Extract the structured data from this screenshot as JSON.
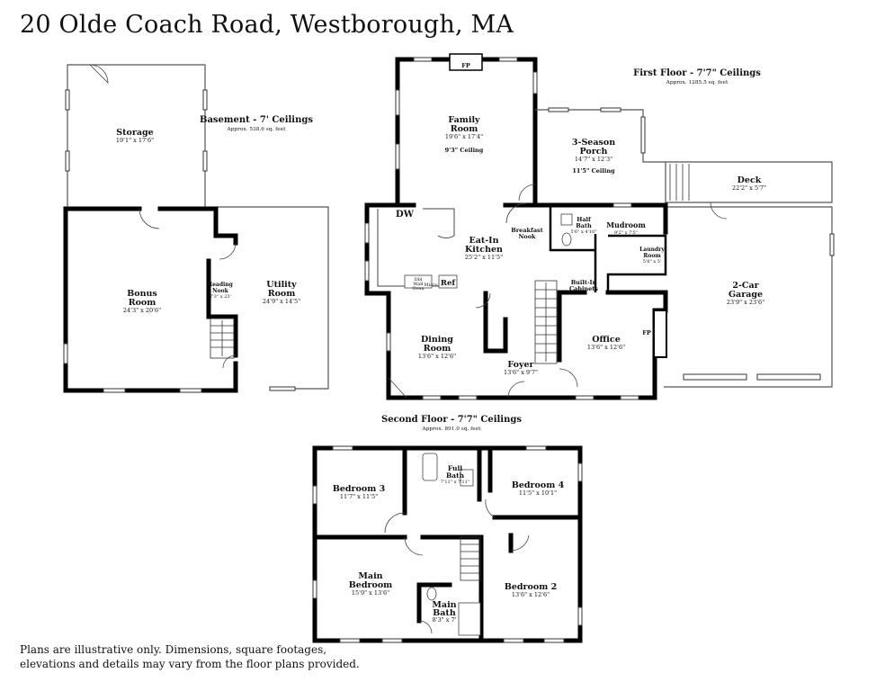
{
  "title": "20 Olde Coach Road, Westborough, MA",
  "disclaimer": [
    "Plans are illustrative only. Dimensions, square footages,",
    "elevations and details may vary from the floor plans provided."
  ],
  "floors": {
    "basement": {
      "label": "Basement - 7' Ceilings",
      "area": "Approx. 538.6 sq. feet"
    },
    "first": {
      "label": "First Floor - 7'7\" Ceilings",
      "area": "Approx. 1285.5 sq. feet"
    },
    "second": {
      "label": "Second Floor - 7'7\" Ceilings",
      "area": "Approx. 891.0 sq. feet"
    }
  },
  "rooms": {
    "storage": {
      "name": "Storage",
      "size": "19'1\" x 17'6\""
    },
    "bonus": {
      "name1": "Bonus",
      "name2": "Room",
      "size": "24'3\" x 20'6\""
    },
    "reading": {
      "name1": "Reading",
      "name2": "Nook",
      "size": "7'3\" x 23'"
    },
    "utility": {
      "name1": "Utility",
      "name2": "Room",
      "size": "24'9\" x 14'5\""
    },
    "family": {
      "name1": "Family",
      "name2": "Room",
      "size": "19'6\" x 17'4\"",
      "ceiling": "9'3\" Ceiling"
    },
    "porch": {
      "name1": "3-Season",
      "name2": "Porch",
      "size": "14'7\" x 12'3\"",
      "ceiling": "11'5\" Ceiling"
    },
    "deck": {
      "name": "Deck",
      "size": "22'2\" x 5'7\""
    },
    "kitchen": {
      "name1": "Eat-In",
      "name2": "Kitchen",
      "size": "25'2\" x 11'5\""
    },
    "breakfast": {
      "name1": "Breakfast",
      "name2": "Nook"
    },
    "halfbath": {
      "name1": "Half",
      "name2": "Bath",
      "size": "5'6\" x 4'10\""
    },
    "mudroom": {
      "name": "Mudroom",
      "size": "9'2\" x 7'5\""
    },
    "laundry": {
      "name1": "Laundry",
      "name2": "Room",
      "size": "5'8\" x 5'"
    },
    "garage": {
      "name1": "2-Car",
      "name2": "Garage",
      "size": "23'9\" x 23'6\""
    },
    "builtin": {
      "name1": "Built-In",
      "name2": "Cabinets"
    },
    "dining": {
      "name1": "Dining",
      "name2": "Room",
      "size": "13'6\" x 12'6\""
    },
    "foyer": {
      "name": "Foyer",
      "size": "13'6\" x 9'7\""
    },
    "office": {
      "name": "Office",
      "size": "13'6\" x 12'6\""
    },
    "bed3": {
      "name": "Bedroom 3",
      "size": "11'7\" x 11'5\""
    },
    "fullbath": {
      "name1": "Full",
      "name2": "Bath",
      "size": "7'11\" x 7'11\""
    },
    "bed4": {
      "name": "Bedroom 4",
      "size": "11'5\" x 10'1\""
    },
    "mainbed": {
      "name1": "Main",
      "name2": "Bedroom",
      "size": "15'9\" x 13'6\""
    },
    "mainbath": {
      "name1": "Main",
      "name2": "Bath",
      "size": "8'3\" x 7'"
    },
    "bed2": {
      "name": "Bedroom 2",
      "size": "13'6\" x 12'6\""
    }
  },
  "fixtures": {
    "fp": "FP",
    "dw": "DW",
    "ref": "Ref",
    "dbl_wall_oven": [
      "Dbl",
      "Wall",
      "Oven"
    ],
    "micro": "Micro"
  }
}
